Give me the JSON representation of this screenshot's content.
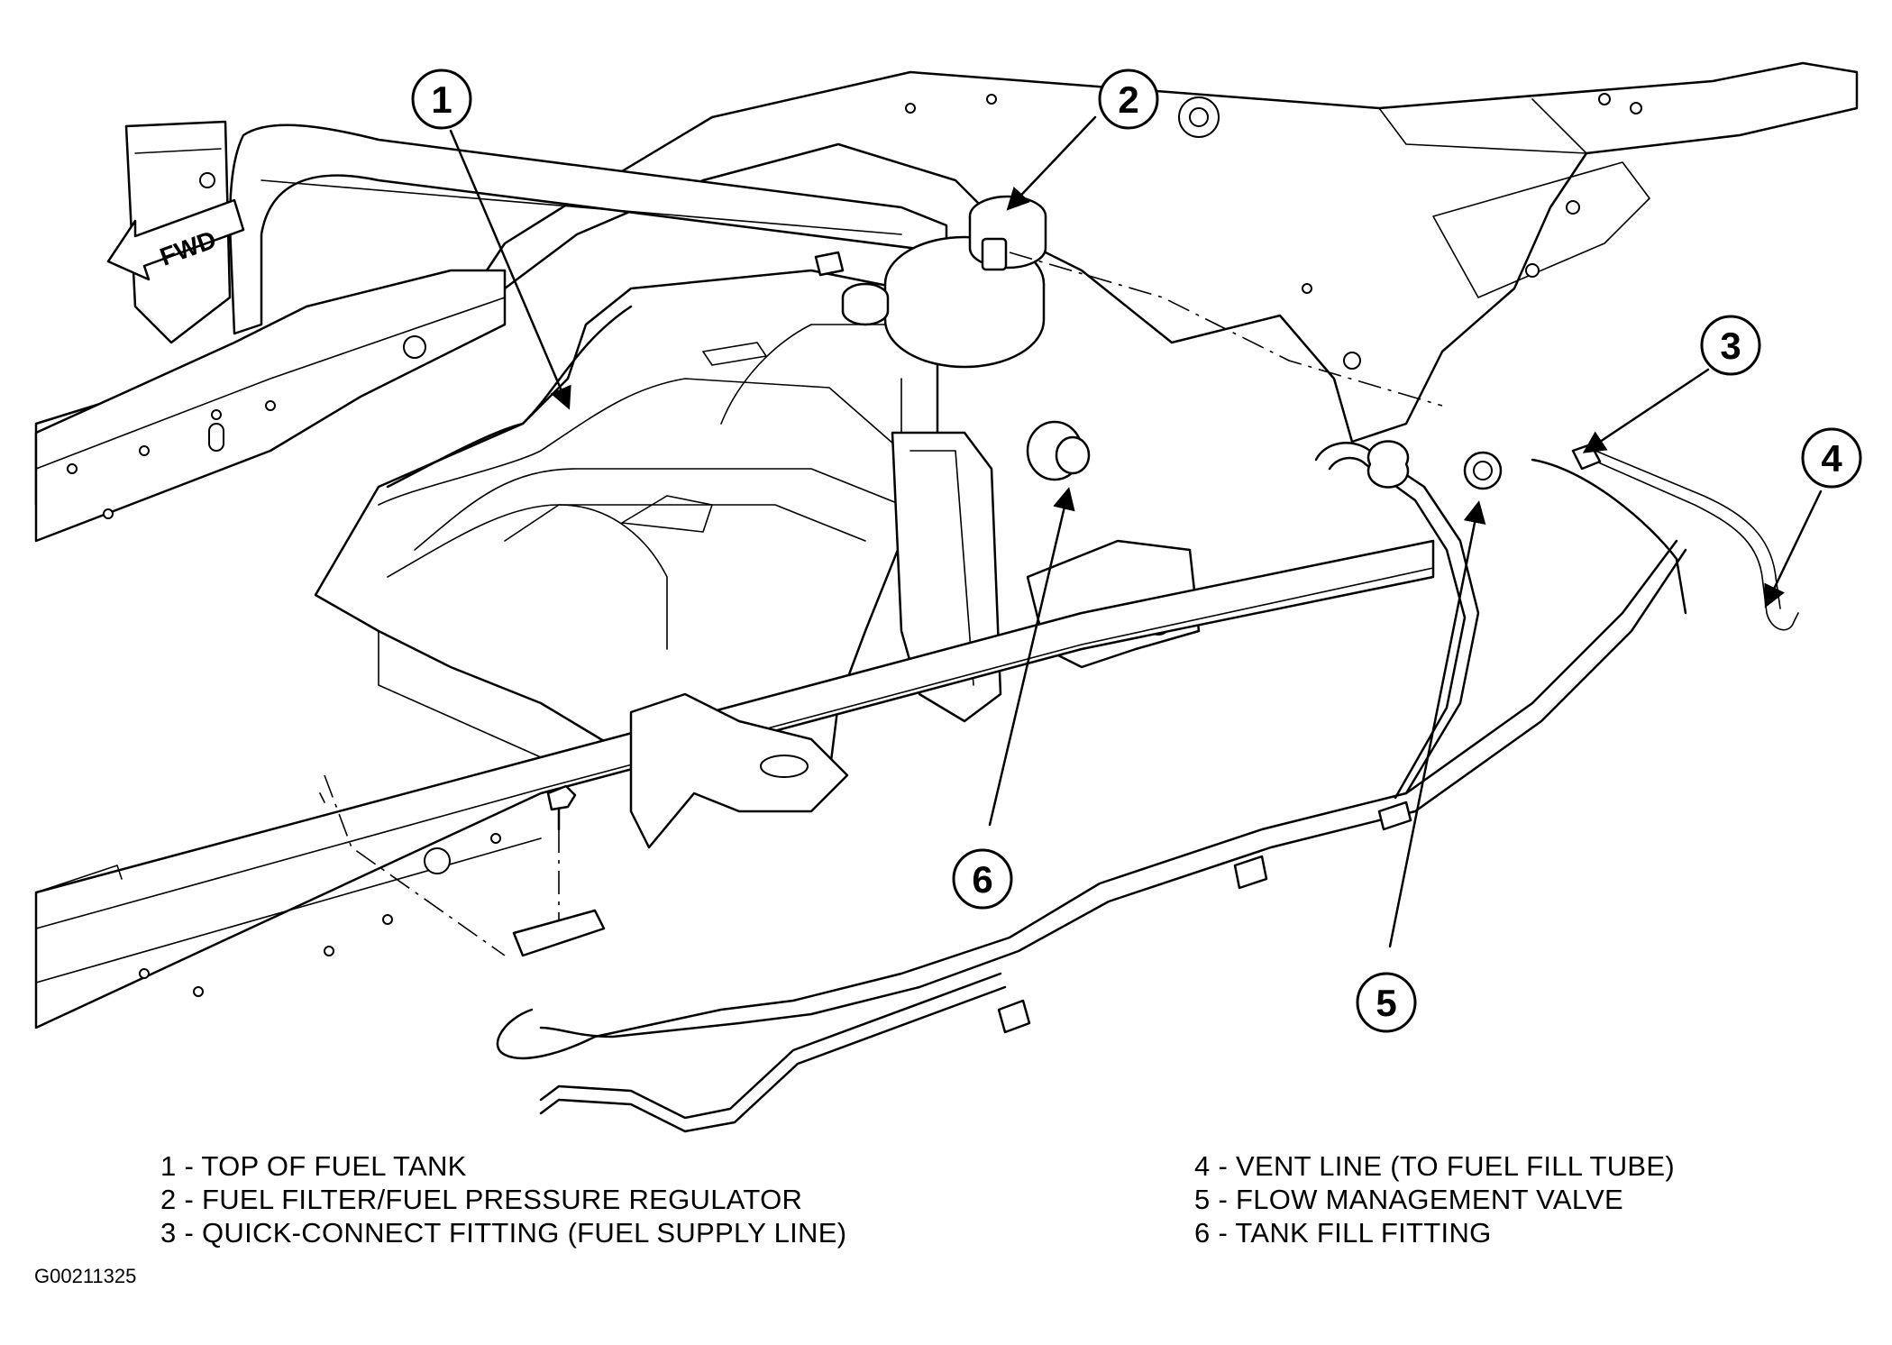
{
  "diagram": {
    "direction_label": "FWD",
    "callouts": [
      "1",
      "2",
      "3",
      "4",
      "5",
      "6"
    ],
    "figure_id": "G00211325"
  },
  "legend": {
    "left": [
      "1 - TOP OF FUEL TANK",
      "2 - FUEL FILTER/FUEL PRESSURE REGULATOR",
      "3 - QUICK-CONNECT FITTING (FUEL SUPPLY LINE)"
    ],
    "right": [
      "4 - VENT LINE (TO FUEL FILL TUBE)",
      "5 - FLOW MANAGEMENT VALVE",
      "6 - TANK FILL FITTING"
    ]
  }
}
